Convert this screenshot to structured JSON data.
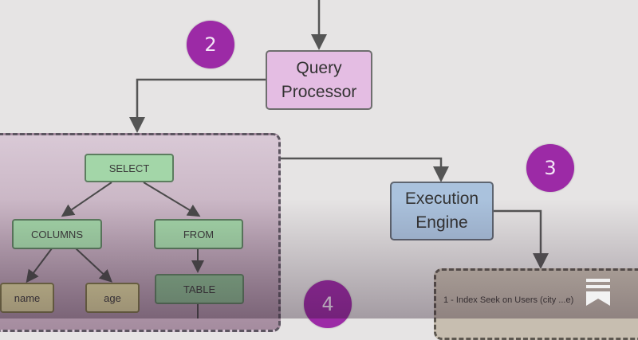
{
  "steps": [
    "2",
    "3",
    "4"
  ],
  "query_processor": [
    "Query",
    "Processor"
  ],
  "execution_engine": [
    "Execution",
    "Engine"
  ],
  "parse_tree": {
    "select": "SELECT",
    "columns": "COLUMNS",
    "from": "FROM",
    "name": "name",
    "age": "age",
    "table": "TABLE"
  },
  "plan": {
    "line1": "1 - Index Seek on Users (city ...e)"
  },
  "colors": {
    "badge": "#9c2aa6",
    "query_processor": "#e4bde3",
    "execution_engine": "#aac2dd",
    "tree_node": "#a3d6a8",
    "leaf_node": "#d7d09b"
  },
  "icons": [
    "bookmark-icon"
  ]
}
